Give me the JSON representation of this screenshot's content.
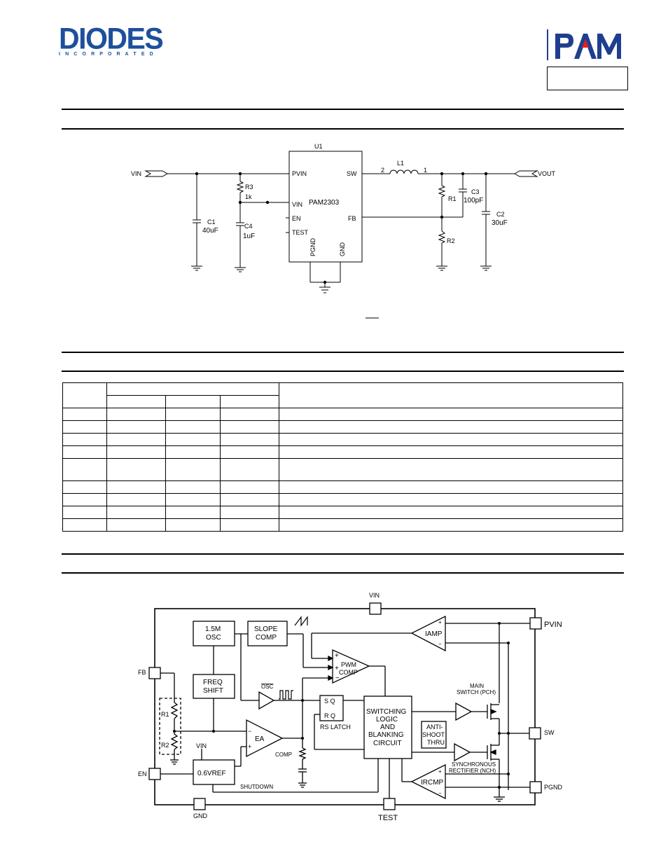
{
  "header": {
    "logo_left": {
      "text": "DIODES",
      "sub": "I N C O R P O R A T E D",
      "color": "#1d4f9c"
    },
    "logo_right": {
      "text": "PAM",
      "blue": "#1f3f8e",
      "red": "#e31e24"
    }
  },
  "app_circuit": {
    "u1": "U1",
    "ic": "PAM2303",
    "pins": {
      "pvin": "PVIN",
      "vin": "VIN",
      "en": "EN",
      "test": "TEST",
      "sw": "SW",
      "fb": "FB",
      "pgnd": "PGND",
      "gnd": "GND"
    },
    "vin": "VIN",
    "vout": "VOUT",
    "l1": "L1",
    "l1_pin2": "2",
    "l1_pin1": "1",
    "r3": "R3",
    "r3_val": "1k",
    "c1": "C1",
    "c1_val": "40uF",
    "c4": "C4",
    "c4_val": "1uF",
    "r1": "R1",
    "c3": "C3",
    "c3_val": "100pF",
    "r2": "R2",
    "c2": "C2",
    "c2_val": "30uF"
  },
  "block_diagram": {
    "vin": "VIN",
    "pvin": "PVIN",
    "sw": "SW",
    "pgnd": "PGND",
    "fb": "FB",
    "en": "EN",
    "gnd": "GND",
    "test": "TEST",
    "osc": [
      "1.5M",
      "OSC"
    ],
    "slope": [
      "SLOPE",
      "COMP"
    ],
    "freq": [
      "FREQ",
      "SHIFT"
    ],
    "pwm": [
      "PWM",
      "COMP"
    ],
    "iamp": "IAMP",
    "osc_bar": "OSC",
    "sq": "S  Q",
    "rq": "R  Q",
    "rs_latch": "RS LATCH",
    "switching": [
      "SWITCHING",
      "LOGIC",
      "AND",
      "BLANKING",
      "CIRCUIT"
    ],
    "anti": [
      "ANTI-",
      "SHOOT",
      "THRU"
    ],
    "main_switch": [
      "MAIN",
      "SWITCH (PCH)"
    ],
    "sync_rect": [
      "SYNCHRONOUS",
      "RECTIFIER (NCH)"
    ],
    "ircmp": "IRCMP",
    "ea": "EA",
    "comp": "COMP",
    "vin_small": "VIN",
    "vref": "0.6VREF",
    "shutdown": "SHUTDOWN",
    "r1": "R1",
    "r2": "R2"
  }
}
